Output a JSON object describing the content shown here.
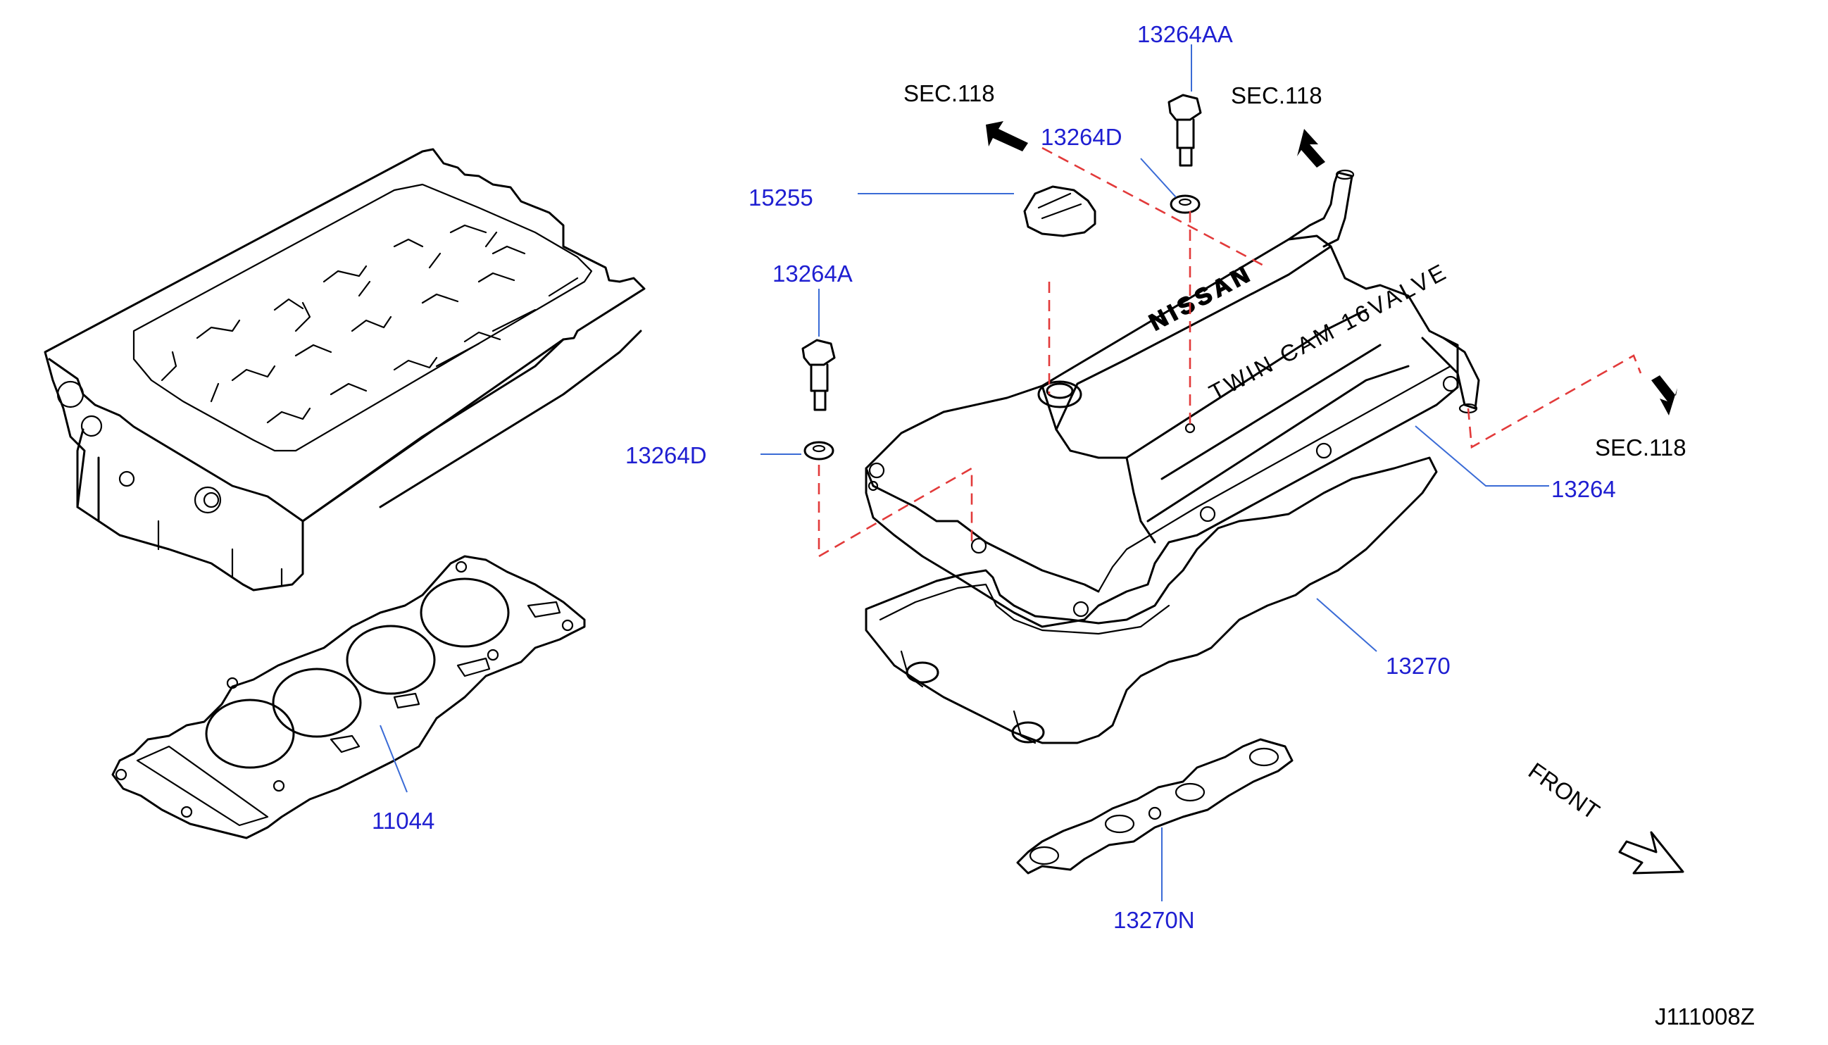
{
  "diagram_id": "J111008Z",
  "part_labels": {
    "p13264AA": "13264AA",
    "p13264D_top": "13264D",
    "p15255": "15255",
    "p13264A": "13264A",
    "p13264D_left": "13264D",
    "p13264": "13264",
    "p13270": "13270",
    "p11044": "11044",
    "p13270N": "13270N"
  },
  "section_refs": {
    "sec_top_left": "SEC.118",
    "sec_top_right": "SEC.118",
    "sec_right": "SEC.118"
  },
  "front_label": "FRONT",
  "embossed_text": {
    "brand": "NISSAN",
    "engine": "TWIN CAM 16VALVE"
  },
  "colors": {
    "part_label": "#1f1fd1",
    "leader_line": "#3a6bd6",
    "section_dash": "#e23a3a",
    "outline": "#000000"
  }
}
